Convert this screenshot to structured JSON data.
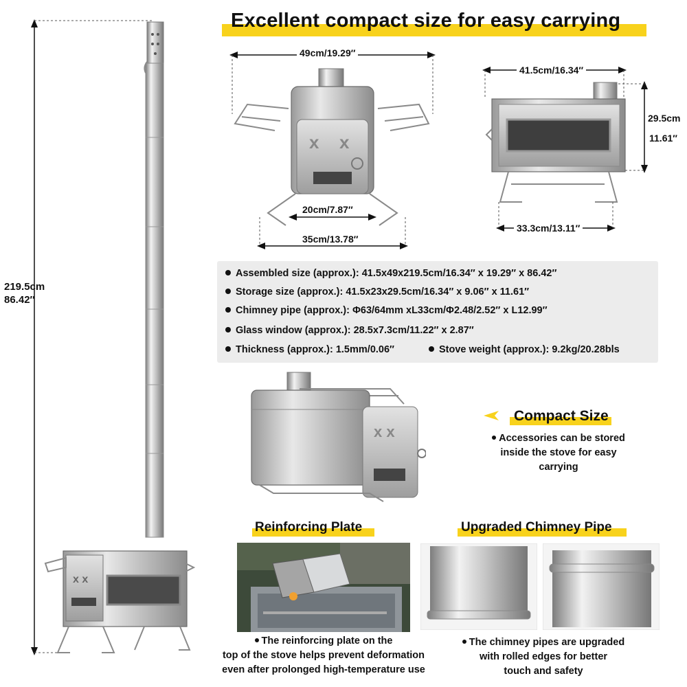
{
  "header": {
    "title": "Excellent compact size for easy carrying"
  },
  "dimensions": {
    "height_cm": "219.5cm",
    "height_in": "86.42″",
    "front_width": "49cm/19.29″",
    "front_body_width": "20cm/7.87″",
    "front_leg_width": "35cm/13.78″",
    "side_width": "41.5cm/16.34″",
    "side_height_cm": "29.5cm",
    "side_height_in": "11.61″",
    "side_leg_width": "33.3cm/13.11″"
  },
  "specs": [
    {
      "label": "Assembled size (approx.):",
      "value": "41.5x49x219.5cm/16.34″ x 19.29″ x 86.42″"
    },
    {
      "label": "Storage size (approx.):",
      "value": "41.5x23x29.5cm/16.34″ x 9.06″ x 11.61″"
    },
    {
      "label": "Chimney pipe (approx.):",
      "value": "Φ63/64mm xL33cm/Φ2.48/2.52″ x L12.99″"
    },
    {
      "label": "Glass window (approx.):",
      "value": "28.5x7.3cm/11.22″ x 2.87″"
    },
    {
      "label": "Thickness (approx.):",
      "value": "1.5mm/0.06″"
    },
    {
      "label": "Stove weight (approx.):",
      "value": "9.2kg/20.28bls"
    }
  ],
  "compact": {
    "title": "Compact Size",
    "line1": "Accessories can be stored",
    "line2": "inside the stove for easy",
    "line3": "carrying"
  },
  "reinforcing": {
    "title": "Reinforcing Plate",
    "line1": "The reinforcing plate on the",
    "line2": "top of the stove helps prevent deformation",
    "line3": "even after prolonged high-temperature use"
  },
  "chimney": {
    "title": "Upgraded Chimney Pipe",
    "line1": "The chimney pipes are upgraded",
    "line2": "with rolled edges for better",
    "line3": "touch and safety"
  },
  "colors": {
    "highlight": "#f8d21c",
    "spec_bg": "#ececec",
    "steel": "#c9c9c9"
  }
}
